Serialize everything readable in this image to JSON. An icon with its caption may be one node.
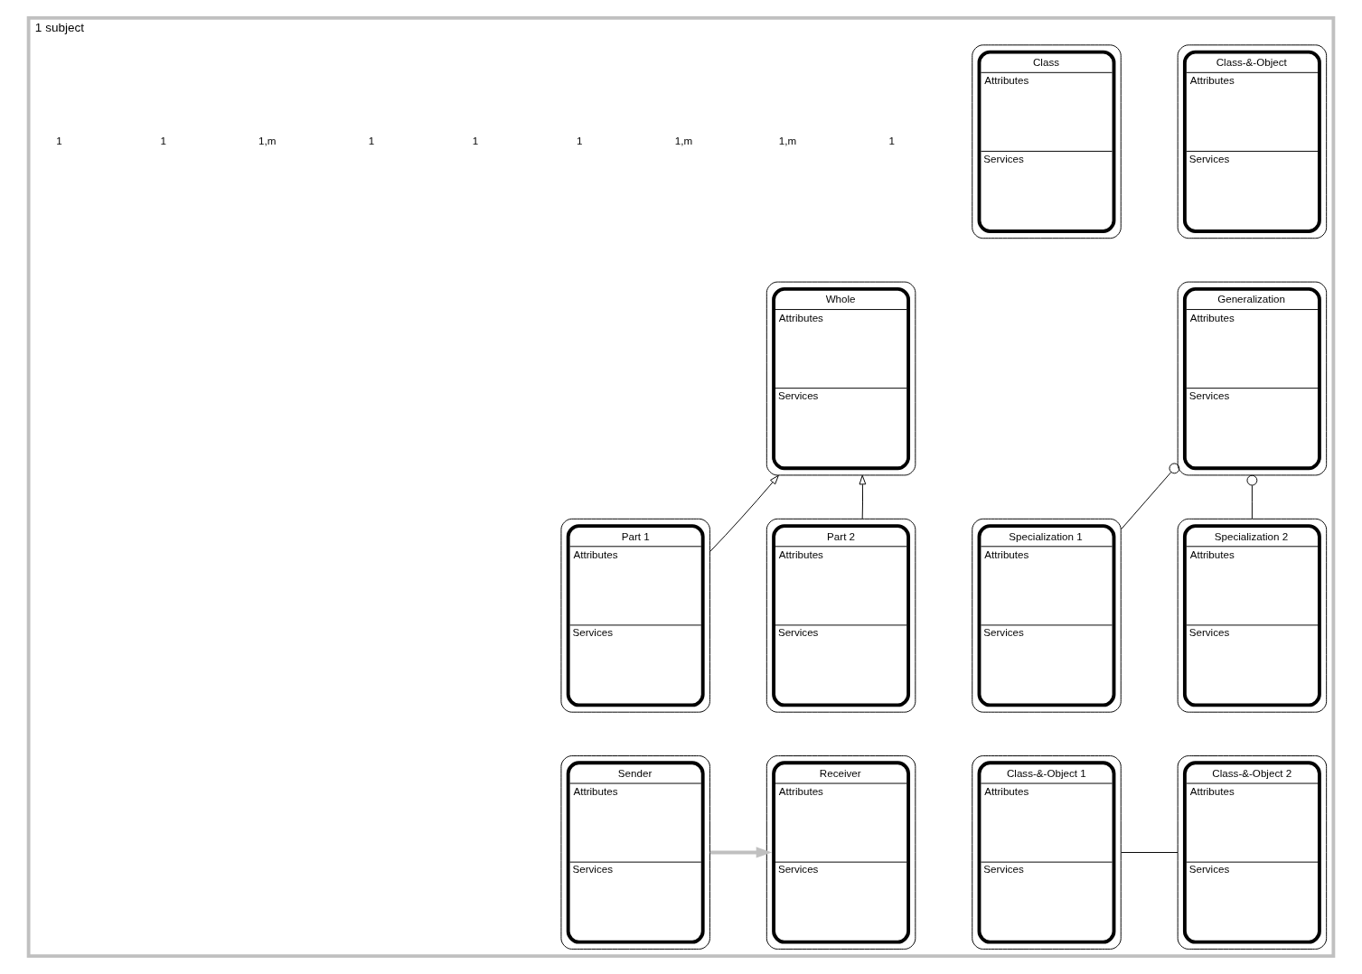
{
  "diagram": {
    "nodes": [
      {
        "text": [
          "1 subject"
        ]
      },
      {
        "text": [
          "Class-&-Object",
          "Attributes",
          "Services"
        ],
        "in": 0
      },
      {
        "text": [
          "Class",
          "Attributes",
          "Services"
        ],
        "in": 0
      },
      {
        "text": [
          "Generalization",
          "Attributes",
          "Services"
        ],
        "in": 0
      },
      {
        "text": [
          "Specialization 1",
          "Attributes",
          "Services"
        ],
        "in": 0
      },
      {
        "text": [
          "Specialization 2",
          "Attributes",
          "Services"
        ],
        "in": 0
      },
      {
        "text": [
          "Whole",
          "Attributes",
          "Services"
        ],
        "in": 0
      },
      {
        "text": [
          "Part 1",
          "Attributes",
          "Services"
        ],
        "in": 0
      },
      {
        "text": [
          "Part 2",
          "Attributes",
          "Services"
        ],
        "in": 0
      },
      {
        "text": [
          "Class-&-Object 1",
          "Attributes",
          "Services"
        ],
        "in": 0
      },
      {
        "text": [
          "Class-&-Object 2",
          "Attributes",
          "Services"
        ],
        "in": 0
      },
      {
        "text": [
          "Sender",
          "Attributes",
          "Services"
        ],
        "in": 0
      },
      {
        "text": [
          "Receiver",
          "Attributes",
          "Services"
        ],
        "in": 0
      }
    ],
    "edges": [
      {
        "from": 3,
        "to": 4,
        "arrow": "other"
      },
      {
        "from": 3,
        "to": 5,
        "arrow": "other"
      },
      {
        "from": 7,
        "to": 6,
        "arrow": "to"
      },
      {
        "from": 8,
        "to": 6,
        "arrow": "to"
      },
      {
        "from": 9,
        "to": 10,
        "arrow": "none"
      },
      {
        "from": 11,
        "to": 12,
        "arrow": "to",
        "style": "thick",
        "color": "#c0c0c0"
      }
    ],
    "labels": [
      "1",
      "1,m",
      "1,m",
      "1",
      "1",
      "1",
      "1,m",
      "1",
      "1"
    ]
  }
}
